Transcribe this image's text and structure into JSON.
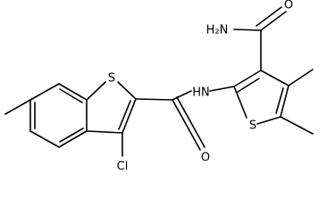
{
  "molecule": {
    "labels": {
      "s1": "S",
      "s2": "S",
      "nh": "HN",
      "o1": "O",
      "o2": "O",
      "cl": "Cl",
      "nh2": "H₂N"
    }
  }
}
